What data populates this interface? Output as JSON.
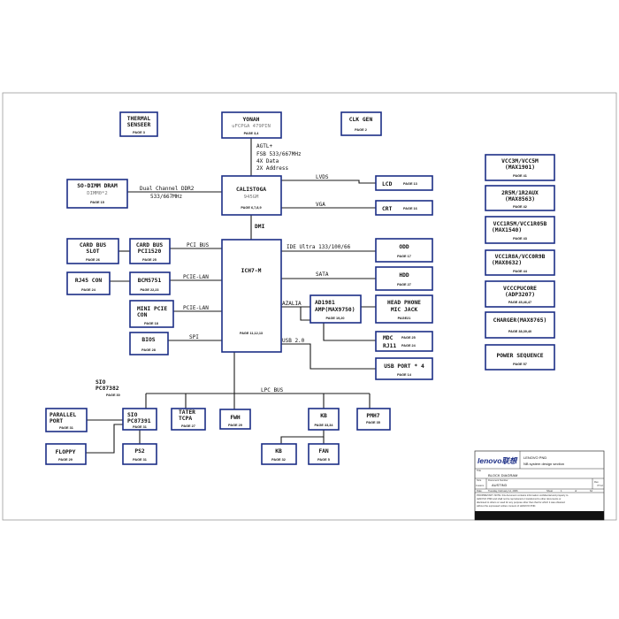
{
  "blocks": {
    "thermal": {
      "line1": "THERMAL",
      "line2": "SENSEER",
      "page": "PAGE 3"
    },
    "yonah": {
      "title": "YONAH",
      "sub": "uFCPGA 479PIN",
      "page": "PAGE 3,4"
    },
    "clkgen": {
      "title": "CLK GEN",
      "page": "PAGE 2"
    },
    "sodimm": {
      "title": "SO-DIMM DRAM",
      "sub": "DIMM0*2",
      "page": "PAGE 15"
    },
    "calistoga": {
      "title": "CALISTOGA",
      "sub": "945GM",
      "page": "PAGE 6,7,8,9"
    },
    "lcd": {
      "title": "LCD",
      "page": "PAGE 13"
    },
    "crt": {
      "title": "CRT",
      "page": "PAGE 16"
    },
    "cardbusslot": {
      "line1": "CARD BUS",
      "line2": "SLOT",
      "page": "PAGE 26"
    },
    "cardbuspci": {
      "line1": "CARD BUS",
      "line2": "PCI1520",
      "page": "PAGE 25"
    },
    "ich7m": {
      "title": "ICH7-M",
      "page": "PAGE 11,12,13"
    },
    "odd": {
      "title": "ODD",
      "page": "PAGE 17"
    },
    "hdd": {
      "title": "HDD",
      "page": "PAGE 27"
    },
    "rj45": {
      "title": "RJ45 CON",
      "page": "PAGE 24"
    },
    "bcm": {
      "title": "BCM5751",
      "page": "PAGE 22,23"
    },
    "ad1981": {
      "line1": "AD1981",
      "line2": "AMP(MAX9750)",
      "page": "PAGE 19,20"
    },
    "headphone": {
      "line1": "HEAD PHONE",
      "line2": "MIC JACK",
      "page": "PAGE21"
    },
    "minipcie": {
      "line1": "MINI PCIE",
      "line2": "CON",
      "page": "PAGE 18"
    },
    "mdc": {
      "line1": "MDC",
      "page1": "PAGE 25",
      "line2": "RJ11",
      "page2": "PAGE 24"
    },
    "bios": {
      "title": "BIOS",
      "page": "PAGE 28"
    },
    "usbport": {
      "title": "USB PORT * 4",
      "page": "PAGE 14"
    },
    "sio_label": {
      "line1": "SIO",
      "line2": "PC87382",
      "page": "PAGE 30"
    },
    "parallel": {
      "line1": "PARALLEL",
      "line2": "PORT",
      "page": "PAGE 31"
    },
    "sio": {
      "line1": "SIO",
      "line2": "PC87391",
      "page": "PAGE 31"
    },
    "tater": {
      "line1": "TATER",
      "line2": "TCPA",
      "page": "PAGE 27"
    },
    "fwh": {
      "title": "FWH",
      "page": "PAGE 29"
    },
    "kb": {
      "title": "KB",
      "page": "PAGE 33,34"
    },
    "pmh7": {
      "title": "PMH7",
      "page": "PAGE 35"
    },
    "floppy": {
      "title": "FLOPPY",
      "page": "PAGE 29"
    },
    "ps2": {
      "title": "PS2",
      "page": "PAGE 31"
    },
    "kbsub": {
      "title": "KB",
      "page": "PAGE 32"
    },
    "fan": {
      "title": "FAN",
      "page": "PAGE 5"
    },
    "vcc3m": {
      "line1": "VCC3M/VCC5M",
      "line2": "(MAX1901)",
      "page": "PAGE 41"
    },
    "r2r5m": {
      "line1": "2R5M/1R2AUX",
      "line2": "(MAX8563)",
      "page": "PAGE 42"
    },
    "vcc1r5m": {
      "line1": "VCC1R5M/VCC1R05B",
      "line2": "(MAX1540)",
      "page": "PAGE 43"
    },
    "vcc1r8a": {
      "line1": "VCC1R8A/VCC0R9B",
      "line2": "(MAX8632)",
      "page": "PAGE 44"
    },
    "vcccpu": {
      "line1": "VCCCPUCORE",
      "line2": "(ADP3207)",
      "page": "PAGE 45,46,47"
    },
    "charger": {
      "title": "CHARGER(MAX8765)",
      "page": "PAGE 38,39,40"
    },
    "powerseq": {
      "title": "POWER SEQUENCE",
      "page": "PAGE 57"
    }
  },
  "buses": {
    "agtl": "AGTL+",
    "fsb": "FSB 533/667MHz",
    "data4x": "4X Data",
    "addr2x": "2X Address",
    "ddr2_1": "Dual Channel DDR2",
    "ddr2_2": "533/667MHz",
    "lvds": "LVDS",
    "vga": "VGA",
    "dmi": "DMI",
    "pcibus": "PCI BUS",
    "ide": "IDE Ultra 133/100/66",
    "sata": "SATA",
    "pcielan1": "PCIE-LAN",
    "pcielan2": "PCIE-LAN",
    "azalia": "AZALIA",
    "spi": "SPI",
    "usb": "USB 2.0",
    "lpc": "LPC BUS"
  },
  "titleblock": {
    "logo": "lenovo联想",
    "company1": "LENOVO PND",
    "company2": "NB system design section",
    "title_label": "Title",
    "title_value": "BLOCK DIAGRAM",
    "size_label": "Size",
    "size_value": "Custom",
    "docnum_label": "Document Number",
    "docnum_value": "AUSTIN3",
    "rev_label": "Rev",
    "rev_value": "VT.12",
    "date_label": "Date:",
    "date_value": "Tuesday, February 14, 2006",
    "sheet_label": "Sheet",
    "sheet_value": "1",
    "of_label": "of",
    "of_value": "64",
    "note1": "PROPRIETARY NOTE: this document contains information confidential and property to",
    "note2": "LENOVO PND and shall not be reproduced or transferred to other documents or",
    "note3": "disclosed to others or used for any purpose other than that for which it was obtained",
    "note4": "without the expressed written consent of LENOVO PND."
  },
  "colors": {
    "box_stroke": "#1c2e86",
    "wire": "#1a1a1a",
    "frame": "#9a9a9a"
  }
}
